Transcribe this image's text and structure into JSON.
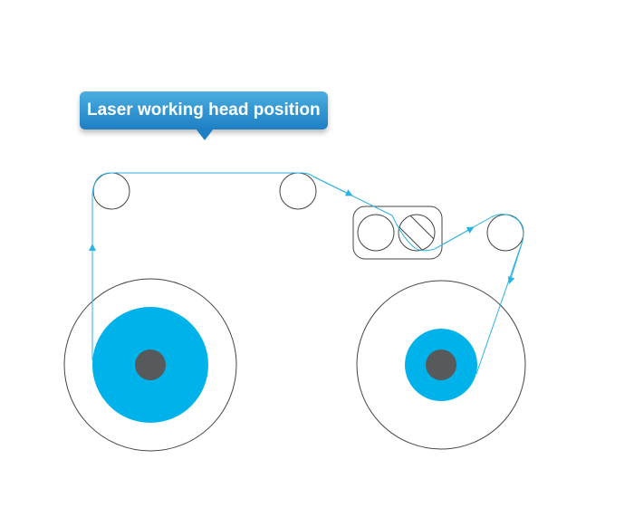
{
  "callout": {
    "label": "Laser working head position"
  },
  "colors": {
    "tape": "#29b2e3",
    "roll": "#00b2ea",
    "core": "#58595b",
    "outline": "#444444",
    "callout_top": "#4aaedf",
    "callout_bottom": "#1f7fc4"
  },
  "diagram": {
    "components": [
      "supply-roll",
      "take-up-roll",
      "guide-roller-left",
      "guide-roller-middle",
      "laser-head-roller",
      "laser-head-slot-roller",
      "guide-roller-right"
    ]
  }
}
